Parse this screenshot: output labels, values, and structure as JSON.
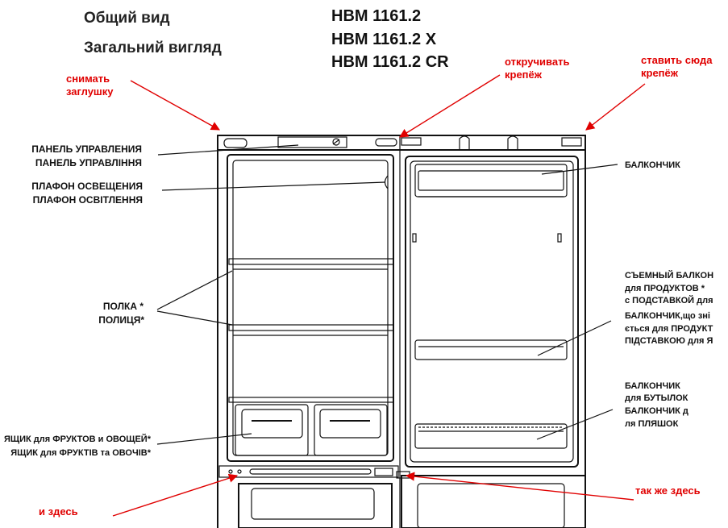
{
  "headings": {
    "general_view_ru": "Общий вид",
    "general_view_ua": "Загальний вигляд",
    "models": [
      "HBM 1161.2",
      "HBM 1161.2 X",
      "HBM 1161.2 CR"
    ]
  },
  "red_notes": {
    "remove_plug": [
      "снимать",
      "заглушку"
    ],
    "unscrew_fastener": [
      "откручивать",
      "крепёж"
    ],
    "put_fastener_here": [
      "ставить сюда",
      "крепёж"
    ],
    "and_here": "и здесь",
    "also_here": "так же здесь"
  },
  "left_labels": {
    "control_panel": [
      "ПАНЕЛЬ УПРАВЛЕНИЯ",
      "ПАНЕЛЬ УПРАВЛІННЯ"
    ],
    "light": [
      "ПЛАФОН ОСВЕЩЕНИЯ",
      "ПЛАФОН ОСВІТЛЕННЯ"
    ],
    "shelf": [
      "ПОЛКА *",
      "ПОЛИЦЯ*"
    ],
    "crisper": [
      "ЯЩИК для ФРУКТОВ и ОВОЩЕЙ*",
      "ЯЩИК для ФРУКТІВ та ОВОЧІВ*"
    ]
  },
  "right_labels": {
    "door_balcony": "БАЛКОНЧИК",
    "removable_balcony": [
      "СЪЕМНЫЙ БАЛКОН",
      "для ПРОДУКТОВ *",
      "с ПОДСТАВКОЙ для",
      "БАЛКОНЧИК,що зні",
      "ється для ПРОДУКТ",
      "ПІДСТАВКОЮ для Я"
    ],
    "bottle_balcony": [
      "БАЛКОНЧИК",
      "для БУТЫЛОК",
      "БАЛКОНЧИК д",
      "ля ПЛЯШОК"
    ]
  },
  "colors": {
    "annotation": "#e00000",
    "outline": "#111111"
  }
}
